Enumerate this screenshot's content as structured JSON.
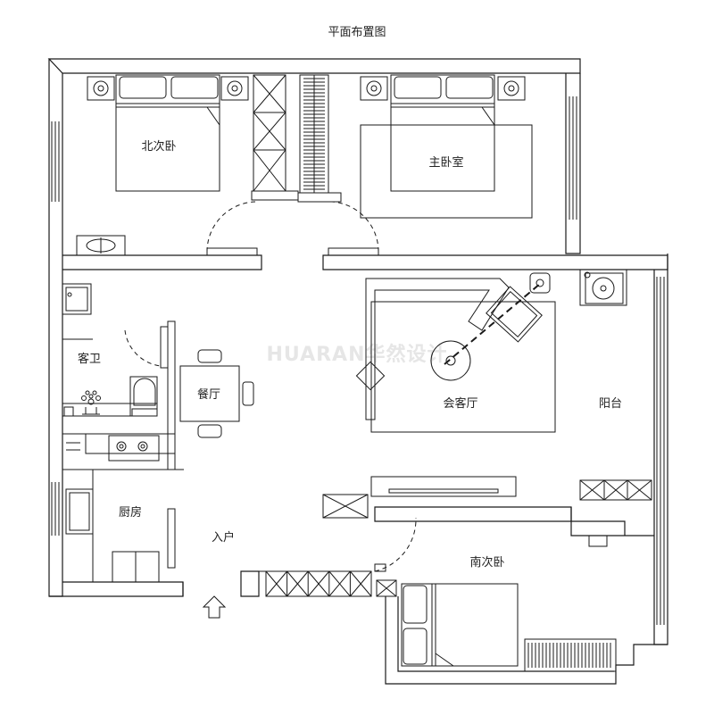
{
  "title": "平面布置图",
  "watermark": "HUARAN华然设计",
  "rooms": {
    "north_bedroom": "北次卧",
    "master_bedroom": "主卧室",
    "living_room": "会客厅",
    "guest_bath": "客卫",
    "dining": "餐厅",
    "balcony": "阳台",
    "kitchen": "厨房",
    "entrance": "入户",
    "south_bedroom": "南次卧"
  },
  "colors": {
    "line": "#1a1a1a",
    "background": "#ffffff",
    "watermark": "#e6e6e6"
  },
  "icons": [
    "entry-arrow-icon",
    "toilet-icon",
    "sink-icon",
    "stove-icon",
    "washing-machine-icon",
    "plant-icon"
  ]
}
